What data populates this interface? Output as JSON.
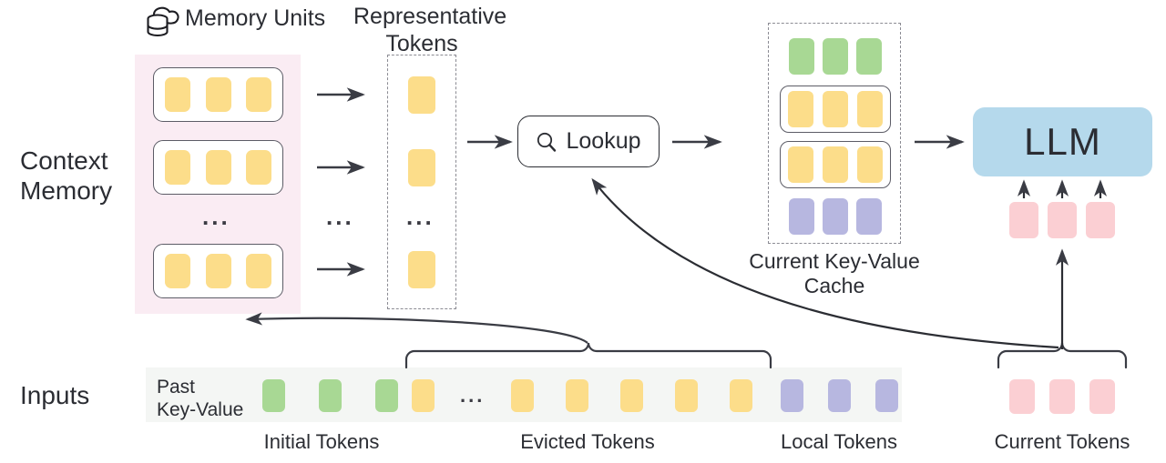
{
  "diagram": {
    "title": "Context Memory LLM KV-cache diagram",
    "row_labels": {
      "context_memory": "Context\nMemory",
      "inputs": "Inputs"
    },
    "memory_units": {
      "label": "Memory Units",
      "icon": "cloud-database-icon",
      "units": [
        {
          "tokens": [
            "yellow",
            "yellow",
            "yellow"
          ]
        },
        {
          "tokens": [
            "yellow",
            "yellow",
            "yellow"
          ]
        },
        {
          "tokens": [
            "yellow",
            "yellow",
            "yellow"
          ]
        }
      ],
      "ellipsis": "..."
    },
    "representative_tokens": {
      "label": "Representative\nTokens",
      "tokens": [
        "yellow",
        "yellow",
        "yellow"
      ],
      "ellipsis": "..."
    },
    "arrow_ellipsis": "...",
    "lookup": {
      "label": "Lookup",
      "icon": "search-icon"
    },
    "kv_cache": {
      "label": "Current Key-Value\nCache",
      "rows": [
        {
          "color": "green",
          "boxed": false,
          "count": 3
        },
        {
          "color": "yellow",
          "boxed": true,
          "count": 3
        },
        {
          "color": "yellow",
          "boxed": true,
          "count": 3
        },
        {
          "color": "purple",
          "boxed": false,
          "count": 3
        }
      ]
    },
    "llm": {
      "label": "LLM",
      "input_tokens": [
        "pink",
        "pink",
        "pink"
      ]
    },
    "inputs": {
      "past_key_value_label": "Past\nKey-Value",
      "sequence": [
        {
          "color": "green"
        },
        {
          "color": "green"
        },
        {
          "color": "green"
        },
        {
          "color": "yellow"
        },
        {
          "ellipsis": "..."
        },
        {
          "color": "yellow"
        },
        {
          "color": "yellow"
        },
        {
          "color": "yellow"
        },
        {
          "color": "yellow"
        },
        {
          "color": "yellow"
        },
        {
          "color": "purple"
        },
        {
          "color": "purple"
        },
        {
          "color": "purple"
        }
      ],
      "current_tokens": [
        "pink",
        "pink",
        "pink"
      ],
      "group_labels": {
        "initial": "Initial Tokens",
        "evicted": "Evicted Tokens",
        "local": "Local Tokens",
        "current": "Current Tokens"
      }
    },
    "colors": {
      "yellow": "#fcdd8a",
      "green": "#a8d894",
      "purple": "#b7b7e0",
      "pink": "#fbcfd3",
      "llm_blue": "#b5d9ec",
      "context_panel": "#faecf3",
      "input_strip": "#f4f6f4",
      "stroke": "#2b2d33",
      "dashed_stroke": "#8b8b93"
    }
  }
}
